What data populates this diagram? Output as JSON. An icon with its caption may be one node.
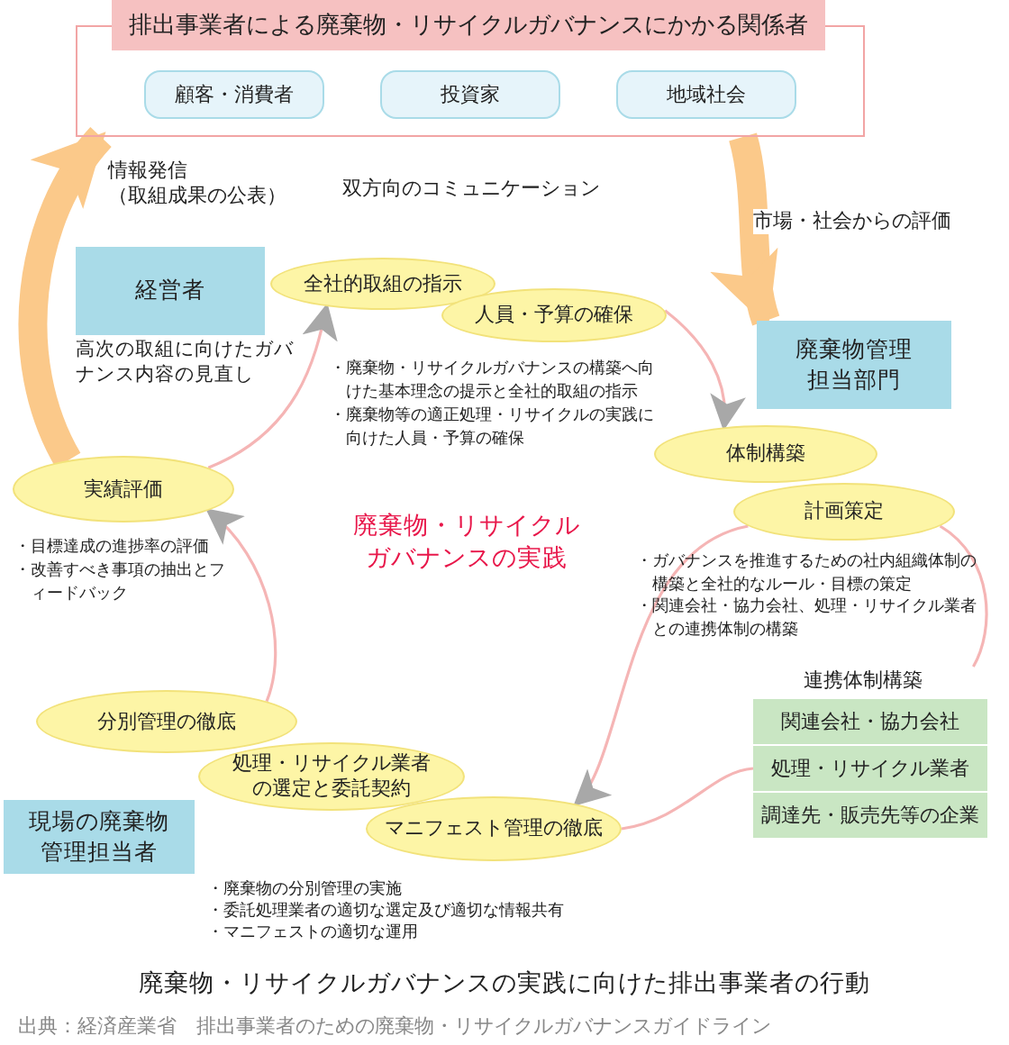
{
  "diagram": {
    "caption": "廃棄物・リサイクルガバナンスの実践に向けた排出事業者の行動",
    "nodes": [
      {
        "text": [
          "排出事業者による廃棄物・リサイクルガバナンスにかかる関係者"
        ]
      },
      {
        "text": [
          "顧客・消費者"
        ],
        "in": 0
      },
      {
        "text": [
          "投資家"
        ],
        "in": 0
      },
      {
        "text": [
          "地域社会"
        ],
        "in": 0
      },
      {
        "text": [
          "経営者"
        ],
        "beside": [
          "高次の取組に向けたガバナンス内容の見直し"
        ]
      },
      {
        "text": [
          "全社的取組の指示"
        ]
      },
      {
        "text": [
          "人員・予算の確保"
        ]
      },
      {
        "text": [
          "廃棄物管理担当部門"
        ]
      },
      {
        "text": [
          "体制構築"
        ]
      },
      {
        "text": [
          "計画策定"
        ]
      },
      {
        "text": [
          "実績評価"
        ]
      },
      {
        "text": [
          "分別管理の徹底"
        ]
      },
      {
        "text": [
          "処理・リサイクル業者の選定と委託契約"
        ]
      },
      {
        "text": [
          "マニフェスト管理の徹底"
        ]
      },
      {
        "text": [
          "現場の廃棄物管理担当者"
        ]
      },
      {
        "text": [
          "連携体制構築"
        ]
      },
      {
        "text": [
          "関連会社・協力会社"
        ],
        "in": 15
      },
      {
        "text": [
          "処理・リサイクル業者"
        ],
        "in": 15
      },
      {
        "text": [
          "調達先・販売先等の企業"
        ],
        "in": 15
      }
    ],
    "edges": [
      {
        "from": 10,
        "to": 0,
        "arrow": "to",
        "label": "情報発信（取組成果の公表）",
        "style": "thick",
        "color": "#fbc98a"
      },
      {
        "from": 0,
        "to": 7,
        "arrow": "to",
        "label": "市場・社会からの評価",
        "style": "thick",
        "color": "#fbc98a"
      },
      {
        "from": 6,
        "to": 8,
        "arrow": "to"
      },
      {
        "from": 9,
        "to": 13,
        "arrow": "to"
      },
      {
        "from": 11,
        "to": 10,
        "arrow": "to"
      },
      {
        "from": 10,
        "to": 5,
        "arrow": "to"
      },
      {
        "from": 13,
        "to": 17,
        "arrow": "none"
      },
      {
        "from": 9,
        "to": 15,
        "arrow": "none"
      }
    ],
    "labels": [
      "双方向のコミュニケーション",
      "・廃棄物・リサイクルガバナンスの構築へ向けた基本理念の提示と全社的取組の指示",
      "・廃棄物等の適正処理・リサイクルの実践に向けた人員・予算の確保",
      "廃棄物・リサイクルガバナンスの実践",
      "・目標達成の進捗率の評価",
      "・改善すべき事項の抽出とフィードバック",
      "・ガバナンスを推進するための社内組織体制の構築と全社的なルール・目標の策定",
      "・関連会社・協力会社、処理・リサイクル業者との連携体制の構築",
      "・廃棄物の分別管理の実施",
      "・委託処理業者の適切な選定及び適切な情報共有",
      "・マニフェストの適切な運用",
      "出典：経済産業省　排出事業者のための廃棄物・リサイクルガバナンスガイドライン"
    ]
  }
}
